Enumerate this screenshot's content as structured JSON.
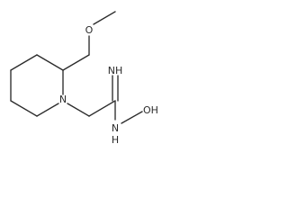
{
  "molecule": {
    "atoms": {
      "methoxy_o": "O",
      "ring_n": "N",
      "imine": "NH",
      "hydroxylamine_n": "N",
      "hydroxyl": "OH",
      "nh_h": "H"
    }
  },
  "colors": {
    "bond": "#2b2b2b",
    "text": "#2b2b2b",
    "background": "#ffffff"
  }
}
